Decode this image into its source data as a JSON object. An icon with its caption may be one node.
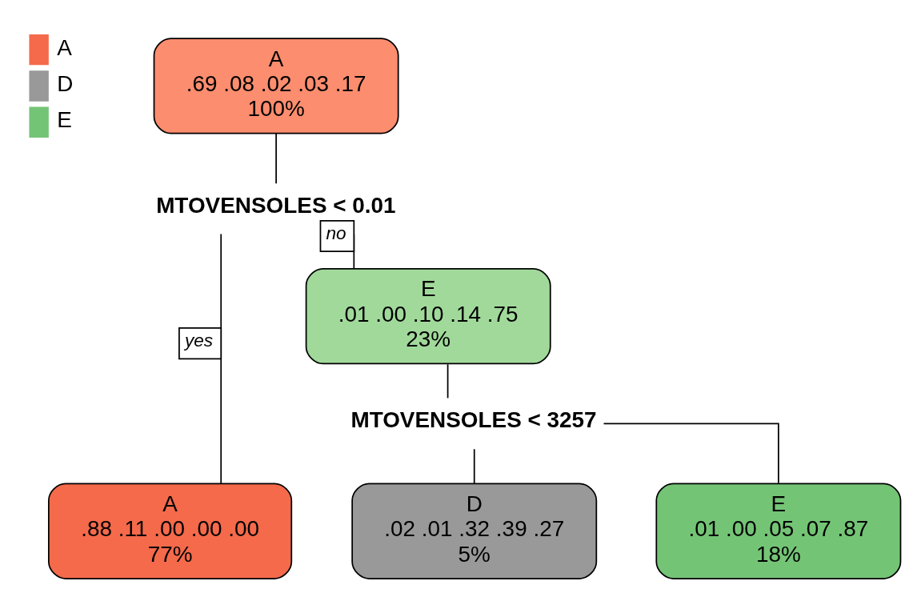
{
  "diagram": {
    "nodes": [
      {
        "text": [
          "A",
          ".69 .08 .02 .03 .17",
          "100%"
        ]
      },
      {
        "text": [
          "MTOVENSOLES < 0.01"
        ]
      },
      {
        "text": [
          "A",
          ".88 .11 .00 .00 .00",
          "77%"
        ]
      },
      {
        "text": [
          "E",
          ".01 .00 .10 .14 .75",
          "23%"
        ]
      },
      {
        "text": [
          "MTOVENSOLES < 3257"
        ]
      },
      {
        "text": [
          "D",
          ".02 .01 .32 .39 .27",
          "5%"
        ]
      },
      {
        "text": [
          "E",
          ".01 .00 .05 .07 .87",
          "18%"
        ]
      }
    ],
    "edges": [
      {
        "from": 0,
        "to": 1,
        "arrow": "none"
      },
      {
        "from": 1,
        "to": 2,
        "arrow": "none",
        "label": "yes"
      },
      {
        "from": 1,
        "to": 3,
        "arrow": "none",
        "label": "no"
      },
      {
        "from": 3,
        "to": 4,
        "arrow": "none"
      },
      {
        "from": 4,
        "to": 5,
        "arrow": "none"
      },
      {
        "from": 4,
        "to": 6,
        "arrow": "none"
      }
    ],
    "legend": [
      {
        "text": "A",
        "color": "#f46a4b"
      },
      {
        "text": "D",
        "color": "#999999"
      },
      {
        "text": "E",
        "color": "#74c476"
      }
    ]
  }
}
